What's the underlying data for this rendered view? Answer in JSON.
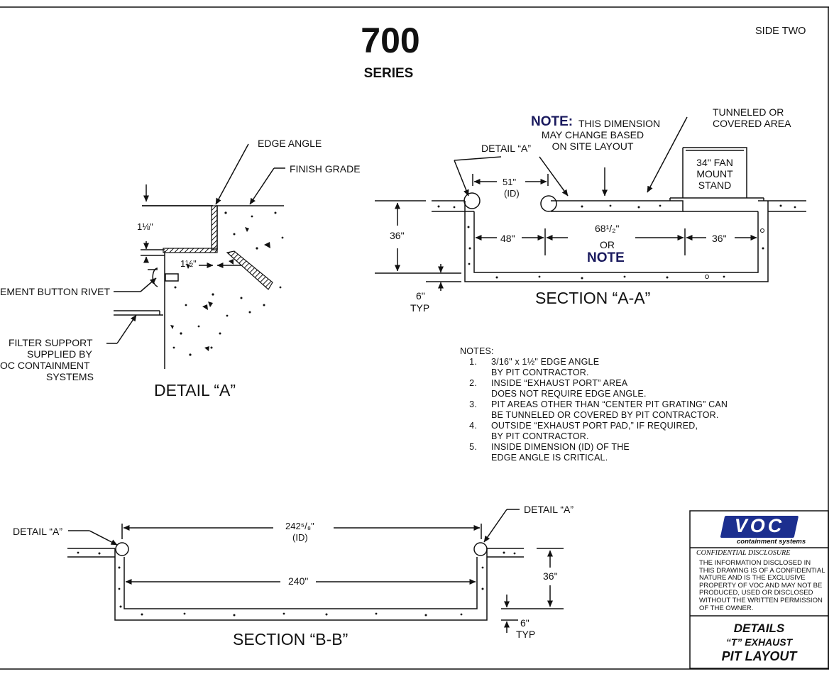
{
  "header": {
    "series_number": "700",
    "series_label": "SERIES",
    "side": "SIDE TWO"
  },
  "detail_a": {
    "title": "DETAIL “A”",
    "edge_angle": "EDGE ANGLE",
    "finish_grade": "FINISH GRADE",
    "dim_vertical": "1⅛\"",
    "dim_horizontal": "1½\"",
    "rivet": "EMENT BUTTON RIVET",
    "filter_support": [
      "FILTER SUPPORT",
      "SUPPLIED BY",
      "OC CONTAINMENT",
      "SYSTEMS"
    ]
  },
  "section_aa": {
    "title": "SECTION “A-A”",
    "note_label": "NOTE:",
    "note_text": [
      "THIS DIMENSION",
      "MAY CHANGE BASED",
      "ON SITE LAYOUT"
    ],
    "tunneled": [
      "TUNNELED OR",
      "COVERED AREA"
    ],
    "fan_stand": [
      "34\" FAN",
      "MOUNT",
      "STAND"
    ],
    "detail_a_ref": "DETAIL “A”",
    "dim_51": "51\"",
    "dim_id": "(ID)",
    "dim_36_depth": "36\"",
    "dim_48": "48\"",
    "dim_68": "68¹/₂\"",
    "or": "OR",
    "note_big": "NOTE",
    "dim_36_right": "36\"",
    "dim_6": "6\"",
    "typ": "TYP"
  },
  "notes": {
    "heading": "NOTES:",
    "items": [
      {
        "num": "1.",
        "lines": [
          "3/16\" x 1½\" EDGE ANGLE",
          "BY PIT CONTRACTOR."
        ]
      },
      {
        "num": "2.",
        "lines": [
          "INSIDE “EXHAUST PORT” AREA",
          "DOES NOT REQUIRE EDGE ANGLE."
        ]
      },
      {
        "num": "3.",
        "lines": [
          "PIT AREAS OTHER THAN “CENTER PIT GRATING” CAN",
          "BE TUNNELED OR COVERED BY PIT CONTRACTOR."
        ]
      },
      {
        "num": "4.",
        "lines": [
          "OUTSIDE “EXHAUST PORT PAD,” IF REQUIRED,",
          "BY PIT CONTRACTOR."
        ]
      },
      {
        "num": "5.",
        "lines": [
          "INSIDE DIMENSION (ID) OF THE",
          "EDGE ANGLE IS CRITICAL."
        ]
      }
    ]
  },
  "section_bb": {
    "title": "SECTION “B-B”",
    "detail_left": "DETAIL “A”",
    "detail_right": "DETAIL “A”",
    "dim_242": "242⁵/₈\"",
    "dim_id": "(ID)",
    "dim_240": "240\"",
    "dim_36": "36\"",
    "dim_6": "6\"",
    "typ": "TYP"
  },
  "title_block": {
    "logo": "VOC",
    "logo_sub": "containment systems",
    "conf_heading": "CONFIDENTIAL DISCLOSURE",
    "conf_text": [
      "THE INFORMATION DISCLOSED IN",
      "THIS DRAWING IS OF A CONFIDENTIAL",
      "NATURE AND IS THE EXCLUSIVE",
      "PROPERTY OF VOC AND MAY NOT BE",
      "PRODUCED, USED OR DISCLOSED",
      "WITHOUT THE WRITTEN PERMISSION",
      "OF THE OWNER."
    ],
    "title_1": "DETAILS",
    "title_2": "“T” EXHAUST",
    "title_3": "PIT LAYOUT"
  },
  "colors": {
    "line": "#111111",
    "note_navy": "#1a1a5e",
    "logo_blue": "#1c2f8f"
  }
}
